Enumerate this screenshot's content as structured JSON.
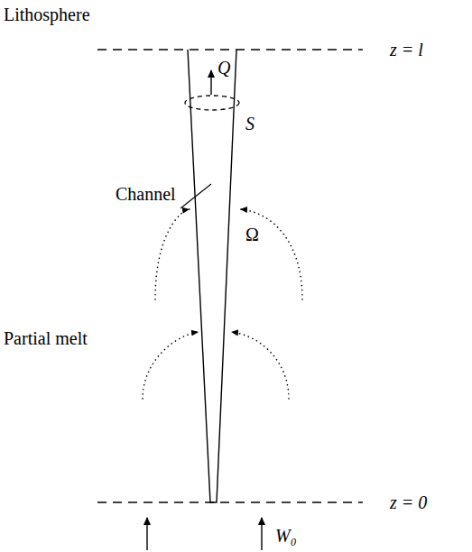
{
  "diagram": {
    "labels": [
      "Lithosphere",
      "z = l",
      "Q",
      "S",
      "Channel",
      "Ω",
      "Partial melt",
      "z = 0",
      "W₀"
    ]
  }
}
